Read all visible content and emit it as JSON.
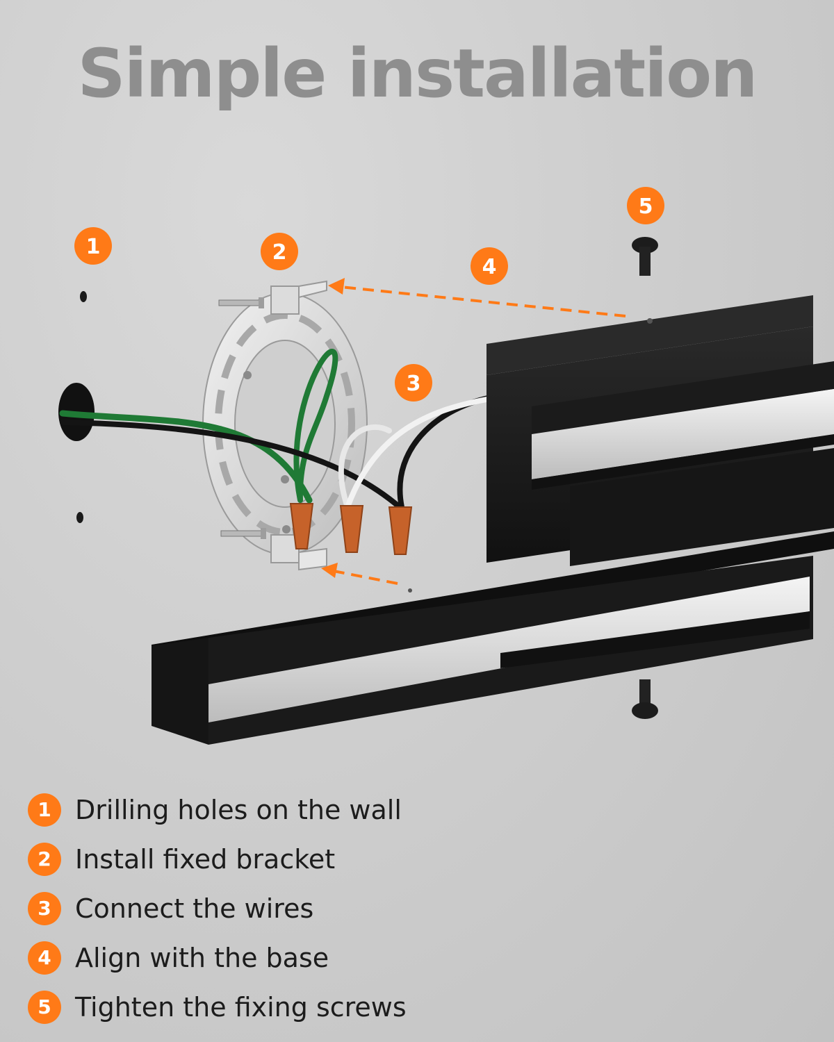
{
  "title": "Simple installation",
  "accent_color": "#ff7a17",
  "callouts": [
    "1",
    "2",
    "3",
    "4",
    "5"
  ],
  "steps": [
    {
      "number": "1",
      "text": "Drilling holes on the wall"
    },
    {
      "number": "2",
      "text": "Install fixed bracket"
    },
    {
      "number": "3",
      "text": "Connect the wires"
    },
    {
      "number": "4",
      "text": "Align with the base"
    },
    {
      "number": "5",
      "text": "Tighten the fixing screws"
    }
  ]
}
